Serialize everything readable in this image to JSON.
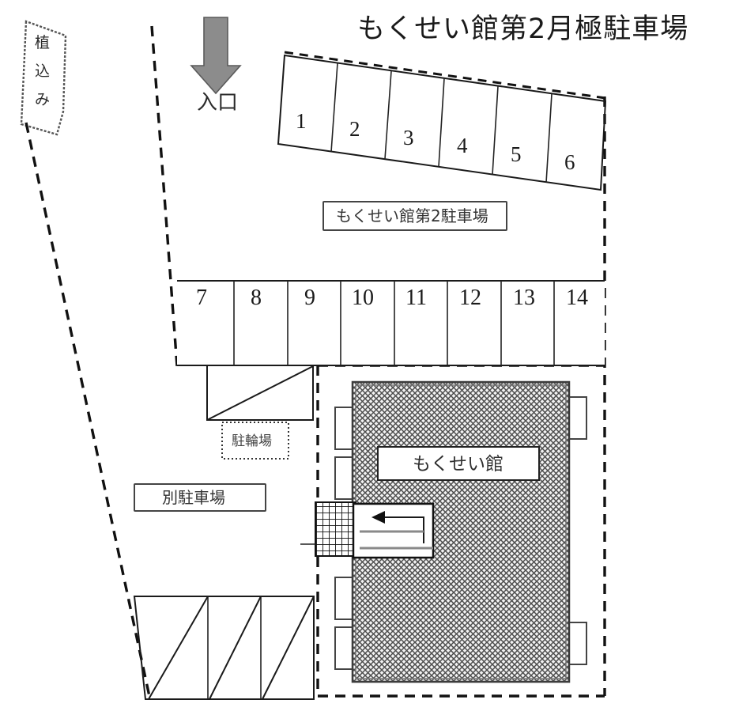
{
  "title": "もくせい館第2月極駐車場",
  "entrance": {
    "label": "入口",
    "arrow_icon": "down-arrow-icon",
    "arrow_color": "#8c8c8c"
  },
  "plant_bed": {
    "chars": [
      "植",
      "込",
      "み"
    ],
    "label": "植込み"
  },
  "labels": {
    "lot2": "もくせい館第2駐車場",
    "bicycle_parking": "駐輪場",
    "other_parking": "別駐車場",
    "building": "もくせい館"
  },
  "slanted_stalls": {
    "numbers": [
      "1",
      "2",
      "3",
      "4",
      "5",
      "6"
    ],
    "count": 6
  },
  "row_stalls": {
    "numbers": [
      "7",
      "8",
      "9",
      "10",
      "11",
      "12",
      "13",
      "14"
    ],
    "count": 8
  },
  "diagonal_stalls": {
    "count": 3
  },
  "building": {
    "name": "もくせい館",
    "left_protrusions": 4,
    "right_protrusions": 2,
    "fill_pattern": "cross-hatch"
  },
  "building_entrance": {
    "arrow_icon": "left-arrow-icon",
    "direction": "left"
  },
  "colors": {
    "line": "#1a1a1a",
    "dashed_boundary": "#111111",
    "arrow_gray": "#8c8c8c",
    "building_hatch": "#555555",
    "background": "#ffffff"
  }
}
